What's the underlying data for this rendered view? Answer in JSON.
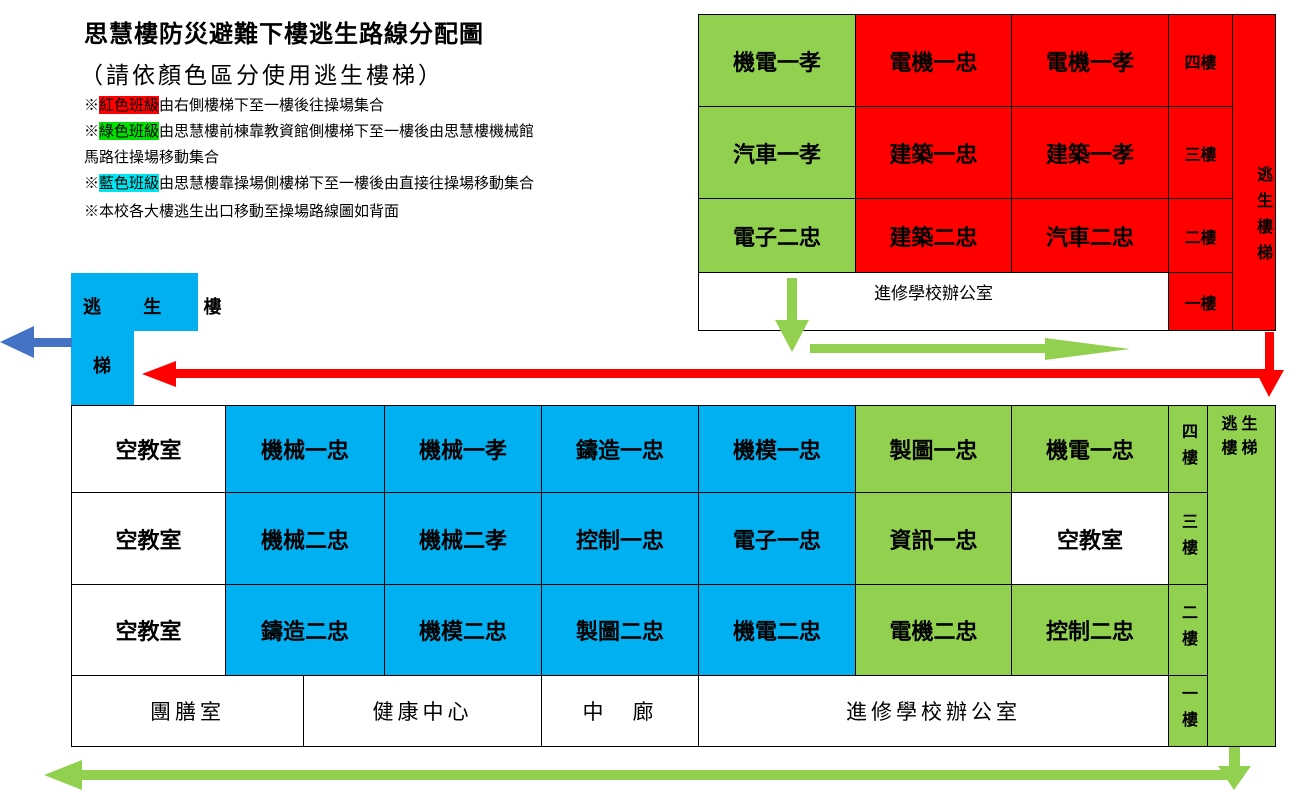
{
  "heading": {
    "title": "思慧樓防災避難下樓逃生路線分配圖",
    "subtitle": "（請依顏色區分使用逃生樓梯）"
  },
  "notes": {
    "mark": "※",
    "red_label": "紅色班級",
    "red_text": "由右側樓梯下至一樓後往操場集合",
    "green_label": "綠色班級",
    "green_text_1": "由思慧樓前棟靠教資館側樓梯下至一樓後由思慧樓機械館",
    "green_text_2": "馬路往操場移動集合",
    "blue_label": "藍色班級",
    "blue_text": "由思慧樓靠操場側樓梯下至一樓後由直接往操場移動集合",
    "final": "※本校各大樓逃生出口移動至操場路線圖如背面"
  },
  "front_building": {
    "rows": [
      [
        "機電一孝",
        "電機一忠",
        "電機一孝",
        "四樓"
      ],
      [
        "汽車一孝",
        "建築一忠",
        "建築一孝",
        "三樓"
      ],
      [
        "電子二忠",
        "建築二忠",
        "汽車二忠",
        "二樓"
      ]
    ],
    "first_floor_office": "進修學校辦公室",
    "first_floor_label": "一樓",
    "stairs": "逃生樓梯"
  },
  "left_stairs": {
    "line1": "逃 生 樓",
    "line2": "梯"
  },
  "rear_building": {
    "rows": [
      [
        "空教室",
        "機械一忠",
        "機械一孝",
        "鑄造一忠",
        "機模一忠",
        "製圖一忠",
        "機電一忠",
        "四樓"
      ],
      [
        "空教室",
        "機械二忠",
        "機械二孝",
        "控制一忠",
        "電子一忠",
        "資訊一忠",
        "空教室",
        "三樓"
      ],
      [
        "空教室",
        "鑄造二忠",
        "機模二忠",
        "製圖二忠",
        "機電二忠",
        "電機二忠",
        "控制二忠",
        "二樓"
      ]
    ],
    "first_floor": [
      "團膳室",
      "健康中心",
      "中　廊",
      "進修學校辦公室"
    ],
    "first_floor_label": "一樓",
    "stairs": "逃生樓梯"
  },
  "colors": {
    "red": "#ff0000",
    "green": "#92d050",
    "blue": "#00b0f0",
    "arrow_blue": "#4472c4",
    "arrow_green": "#92d050",
    "arrow_red": "#ff0000"
  }
}
